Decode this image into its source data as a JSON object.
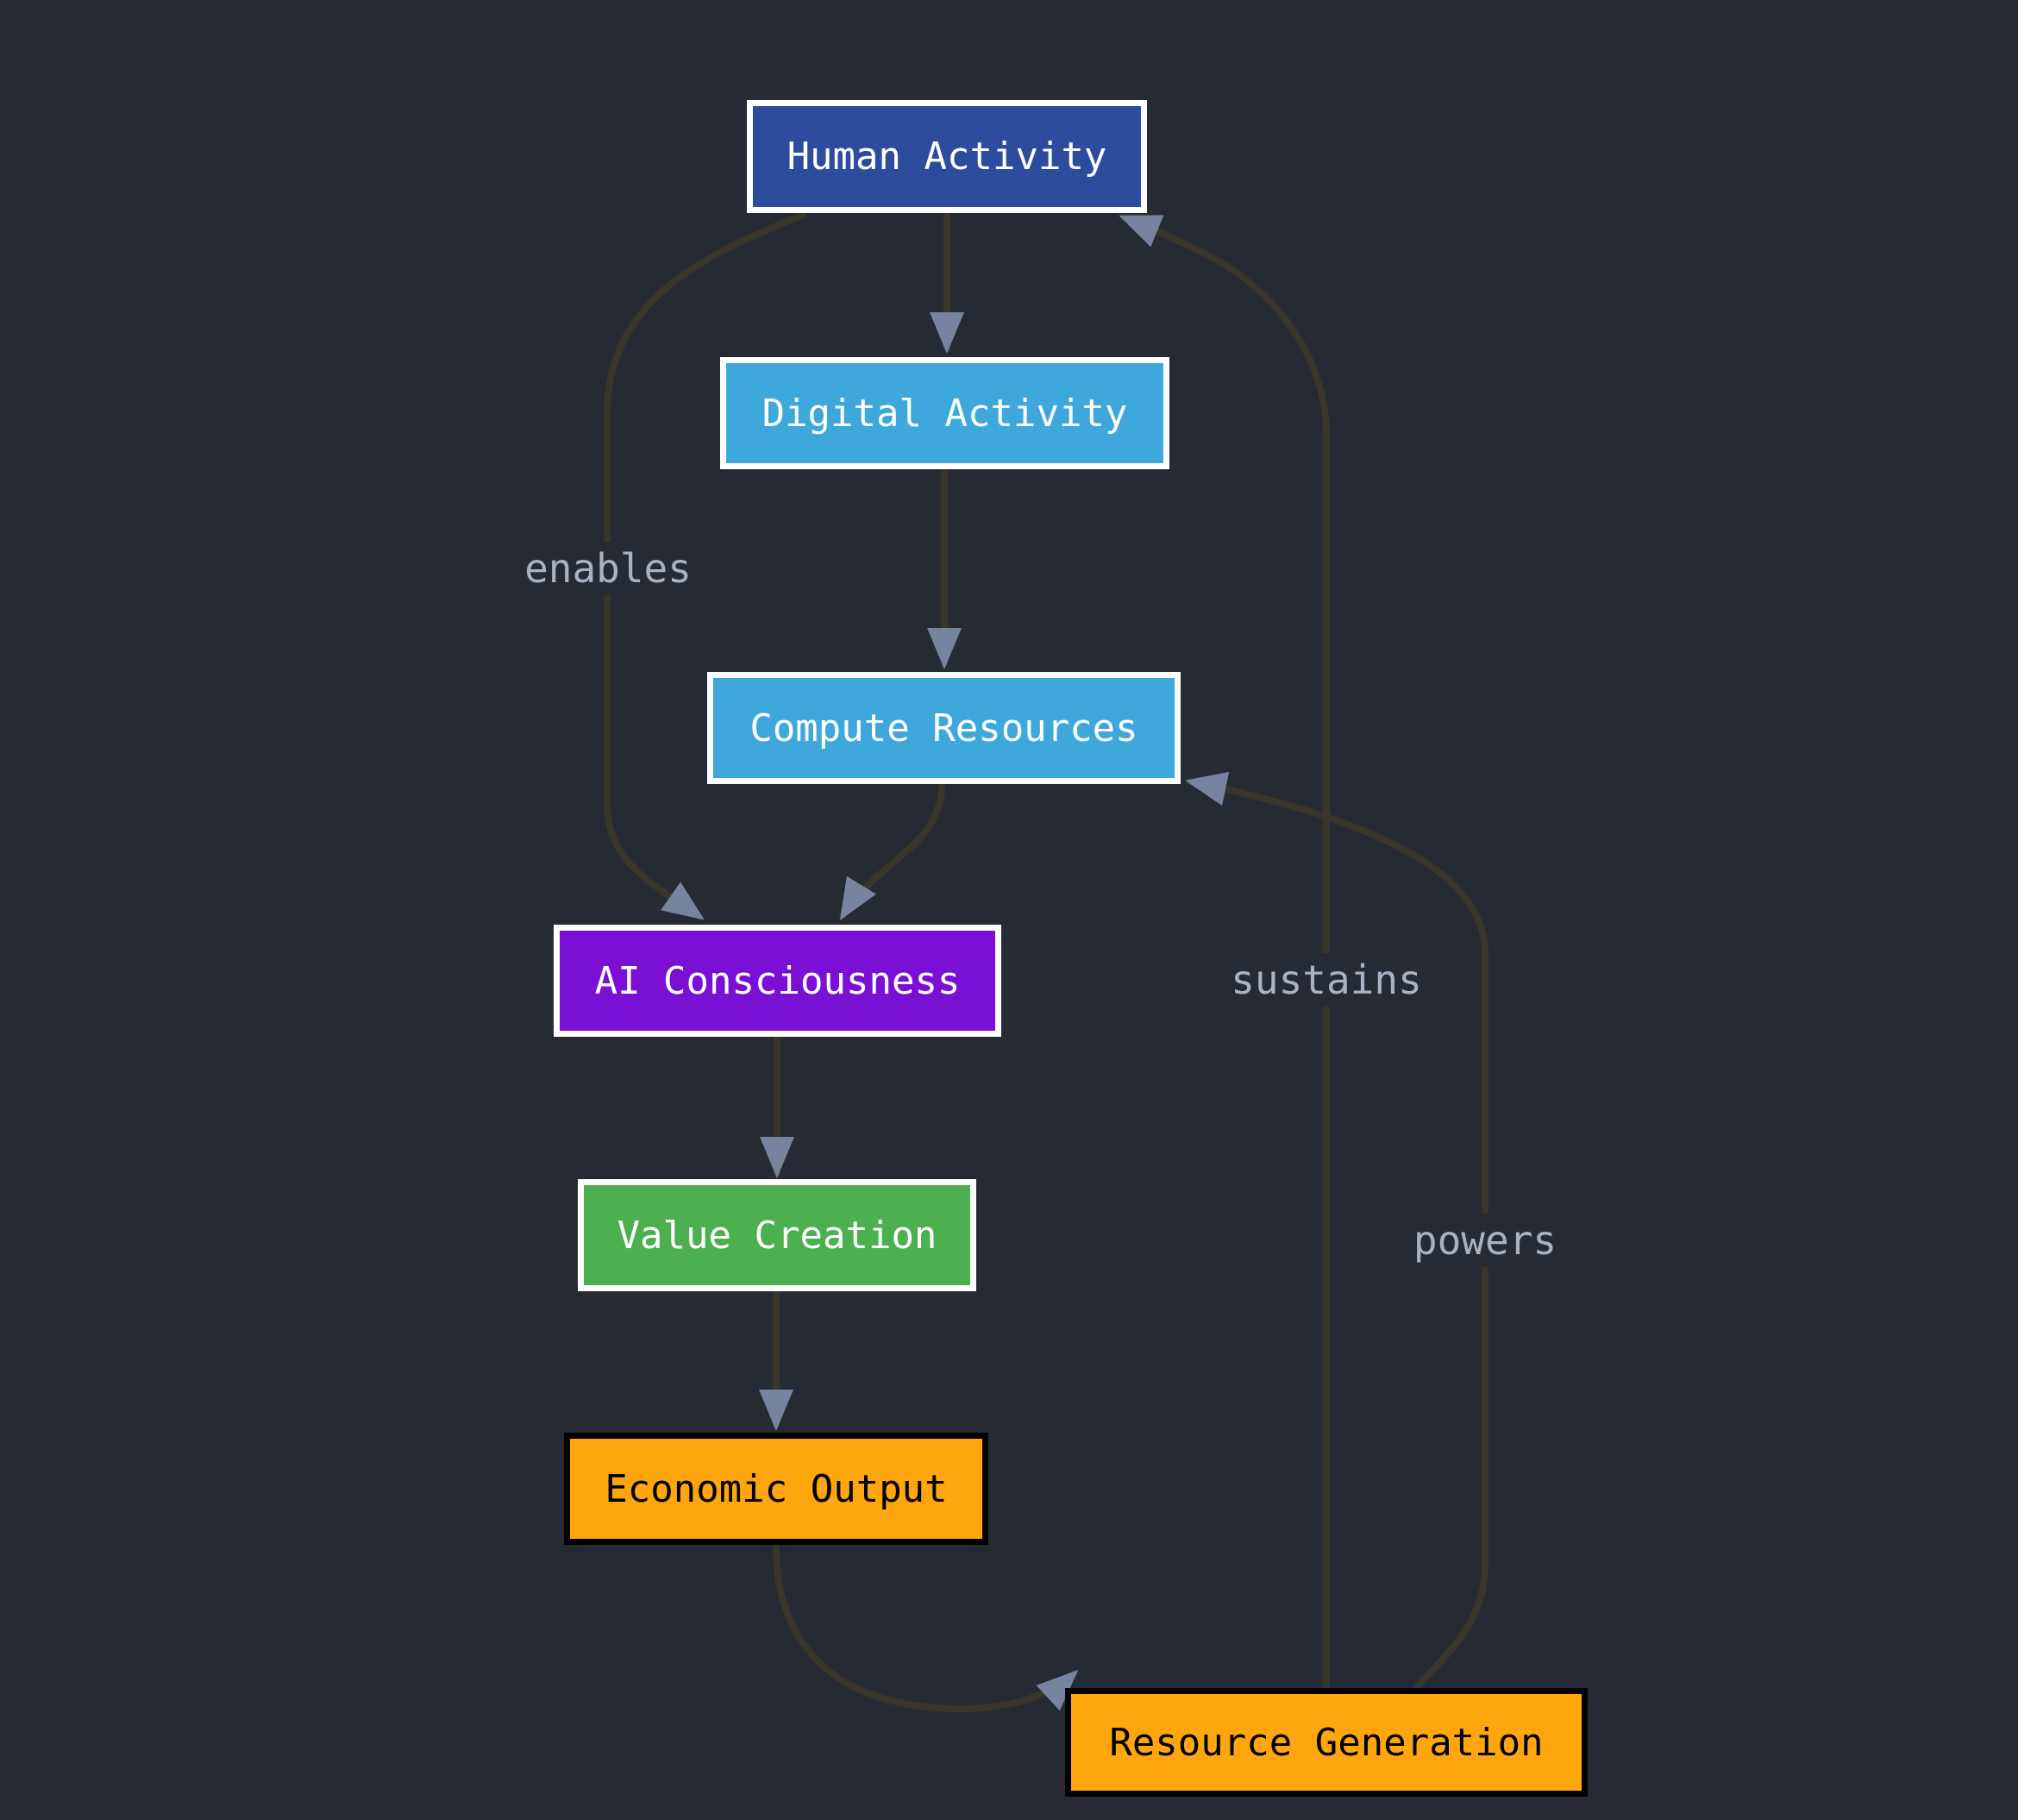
{
  "diagram": {
    "background_color": "#262a33",
    "edge_line_color": "#39352b",
    "arrowhead_color": "#78839f",
    "edge_label_color": "#a8b2c2",
    "nodes": [
      {
        "id": "human",
        "label": "Human Activity",
        "fill": "#2d4c9e",
        "border": "#ffffff",
        "text_color": "#ffffff"
      },
      {
        "id": "digital",
        "label": "Digital Activity",
        "fill": "#3ea8dc",
        "border": "#ffffff",
        "text_color": "#ffffff"
      },
      {
        "id": "compute",
        "label": "Compute Resources",
        "fill": "#3ea8dc",
        "border": "#ffffff",
        "text_color": "#ffffff"
      },
      {
        "id": "ai",
        "label": "AI Consciousness",
        "fill": "#7a10d4",
        "border": "#ffffff",
        "text_color": "#ffffff"
      },
      {
        "id": "value",
        "label": "Value Creation",
        "fill": "#4cb050",
        "border": "#ffffff",
        "text_color": "#ffffff"
      },
      {
        "id": "econ",
        "label": "Economic Output",
        "fill": "#ffa60f",
        "border": "#000000",
        "text_color": "#000000"
      },
      {
        "id": "resource",
        "label": "Resource Generation",
        "fill": "#ffa60f",
        "border": "#000000",
        "text_color": "#000000"
      }
    ],
    "edges": [
      {
        "id": "human-to-digital",
        "from": "human",
        "to": "digital",
        "label": ""
      },
      {
        "id": "digital-to-compute",
        "from": "digital",
        "to": "compute",
        "label": ""
      },
      {
        "id": "human-to-ai",
        "from": "human",
        "to": "ai",
        "label": "enables"
      },
      {
        "id": "compute-to-ai",
        "from": "compute",
        "to": "ai",
        "label": ""
      },
      {
        "id": "ai-to-value",
        "from": "ai",
        "to": "value",
        "label": ""
      },
      {
        "id": "value-to-econ",
        "from": "value",
        "to": "econ",
        "label": ""
      },
      {
        "id": "econ-to-resource",
        "from": "econ",
        "to": "resource",
        "label": ""
      },
      {
        "id": "resource-to-compute",
        "from": "resource",
        "to": "compute",
        "label": "powers"
      },
      {
        "id": "resource-to-human",
        "from": "resource",
        "to": "human",
        "label": "sustains"
      }
    ]
  }
}
